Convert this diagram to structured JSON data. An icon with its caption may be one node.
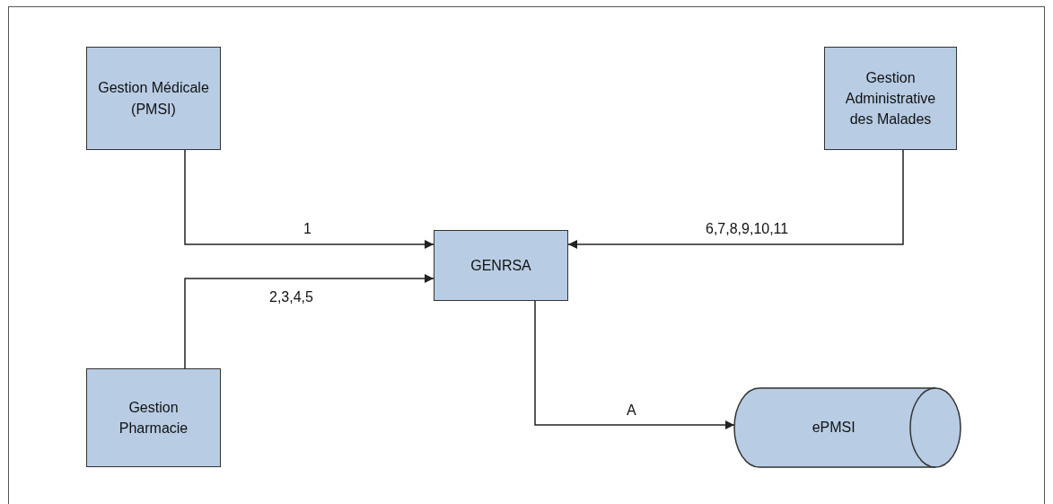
{
  "diagram": {
    "nodes": [
      {
        "text": [
          "Gestion Médicale (PMSI)"
        ]
      },
      {
        "text": [
          "Gestion Administrative des Malades"
        ]
      },
      {
        "text": [
          "GENRSA"
        ]
      },
      {
        "text": [
          "Gestion Pharmacie"
        ]
      },
      {
        "text": [
          "ePMSI"
        ]
      }
    ],
    "edges": [
      {
        "from": 0,
        "to": 2,
        "arrow": "to",
        "label": "1"
      },
      {
        "from": 3,
        "to": 2,
        "arrow": "to",
        "label": "2,3,4,5"
      },
      {
        "from": 1,
        "to": 2,
        "arrow": "to",
        "label": "6,7,8,9,10,11"
      },
      {
        "from": 2,
        "to": 4,
        "arrow": "to",
        "label": "A"
      }
    ]
  }
}
